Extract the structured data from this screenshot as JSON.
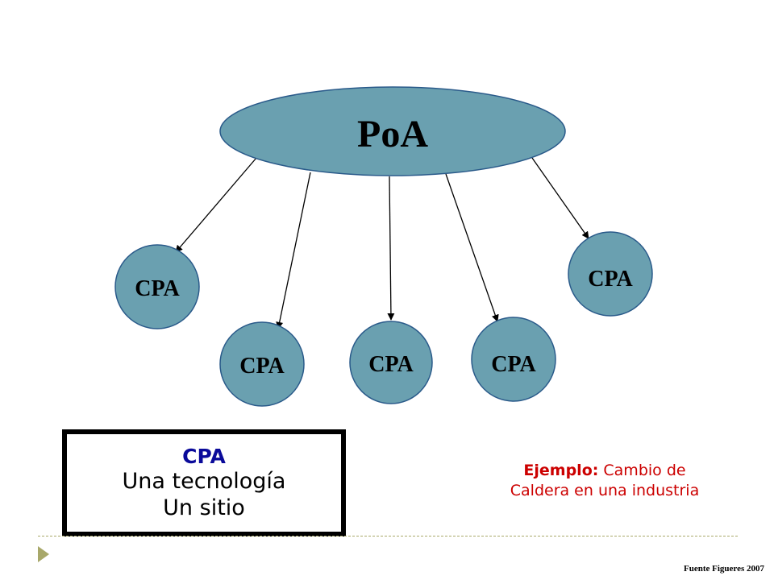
{
  "colors": {
    "node_fill": "#6aa0b0",
    "node_stroke": "#2a5a8a",
    "arrow": "#000000",
    "definition_title": "#0a0a9a",
    "example_text": "#cc0000",
    "footer_accent": "#a8a86a"
  },
  "diagram": {
    "root": {
      "label": "PoA"
    },
    "children": [
      {
        "label": "CPA"
      },
      {
        "label": "CPA"
      },
      {
        "label": "CPA"
      },
      {
        "label": "CPA"
      },
      {
        "label": "CPA"
      }
    ]
  },
  "definition_box": {
    "title": "CPA",
    "line1": "Una tecnología",
    "line2": "Un sitio"
  },
  "example": {
    "label": "Ejemplo:",
    "text_line1": " Cambio de",
    "text_line2": "Caldera en una industria"
  },
  "footer": {
    "source": "Fuente Figueres 2007",
    "bullet_icon": "triangle-bullet-icon"
  }
}
